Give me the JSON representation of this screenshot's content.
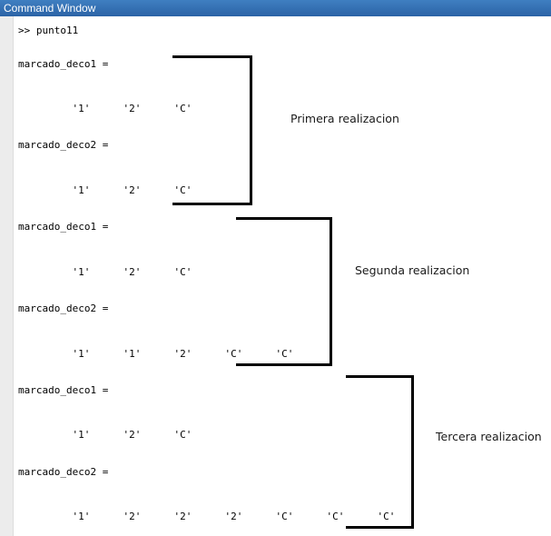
{
  "window": {
    "title": "Command Window"
  },
  "prompt": ">> punto11",
  "output": [
    {
      "name": "marcado_deco1 =",
      "values": [
        "'1'",
        "'2'",
        "'C'"
      ]
    },
    {
      "name": "marcado_deco2 =",
      "values": [
        "'1'",
        "'2'",
        "'C'"
      ]
    },
    {
      "name": "marcado_deco1 =",
      "values": [
        "'1'",
        "'2'",
        "'C'"
      ]
    },
    {
      "name": "marcado_deco2 =",
      "values": [
        "'1'",
        "'1'",
        "'2'",
        "'C'",
        "'C'"
      ]
    },
    {
      "name": "marcado_deco1 =",
      "values": [
        "'1'",
        "'2'",
        "'C'"
      ]
    },
    {
      "name": "marcado_deco2 =",
      "values": [
        "'1'",
        "'2'",
        "'2'",
        "'2'",
        "'C'",
        "'C'",
        "'C'"
      ]
    }
  ],
  "annotations": [
    "Primera realizacion",
    "Segunda realizacion",
    "Tercera realizacion"
  ]
}
